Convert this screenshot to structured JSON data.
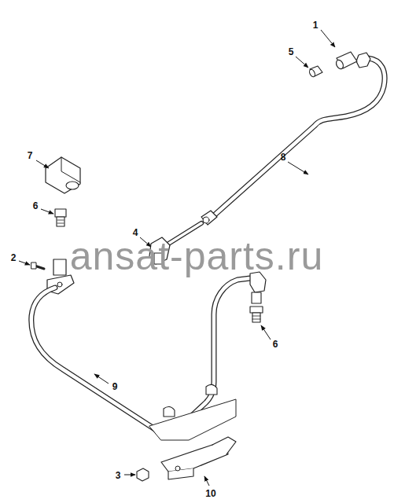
{
  "diagram": {
    "labels": [
      "1",
      "5",
      "8",
      "7",
      "6",
      "4",
      "2",
      "ansat-parts.ru",
      "9",
      "6",
      "3",
      "10"
    ]
  }
}
